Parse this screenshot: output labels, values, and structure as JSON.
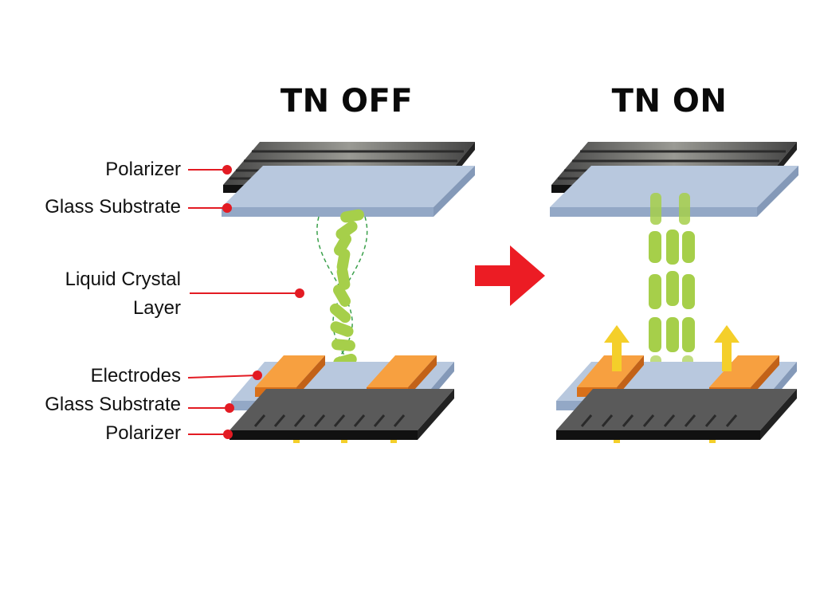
{
  "titles": {
    "off": "TN OFF",
    "on": "TN ON"
  },
  "labels": {
    "polarizer_top": "Polarizer",
    "glass_top": "Glass Substrate",
    "liquid_crystal_line1": "Liquid Crystal",
    "liquid_crystal_line2": "Layer",
    "electrodes": "Electrodes",
    "glass_bottom": "Glass Substrate",
    "polarizer_bottom": "Polarizer"
  },
  "colors": {
    "polarizer": "#3a3a3a",
    "glass": "#a7bad3",
    "electrode": "#f08a2a",
    "liquid_crystal": "#a6cf4a",
    "leader": "#e31b23",
    "arrow": "#ec1c24",
    "field_arrow": "#f4cf2a"
  },
  "icons": {
    "transition_arrow": "right-arrow-icon",
    "field_arrow": "up-arrow-icon"
  }
}
